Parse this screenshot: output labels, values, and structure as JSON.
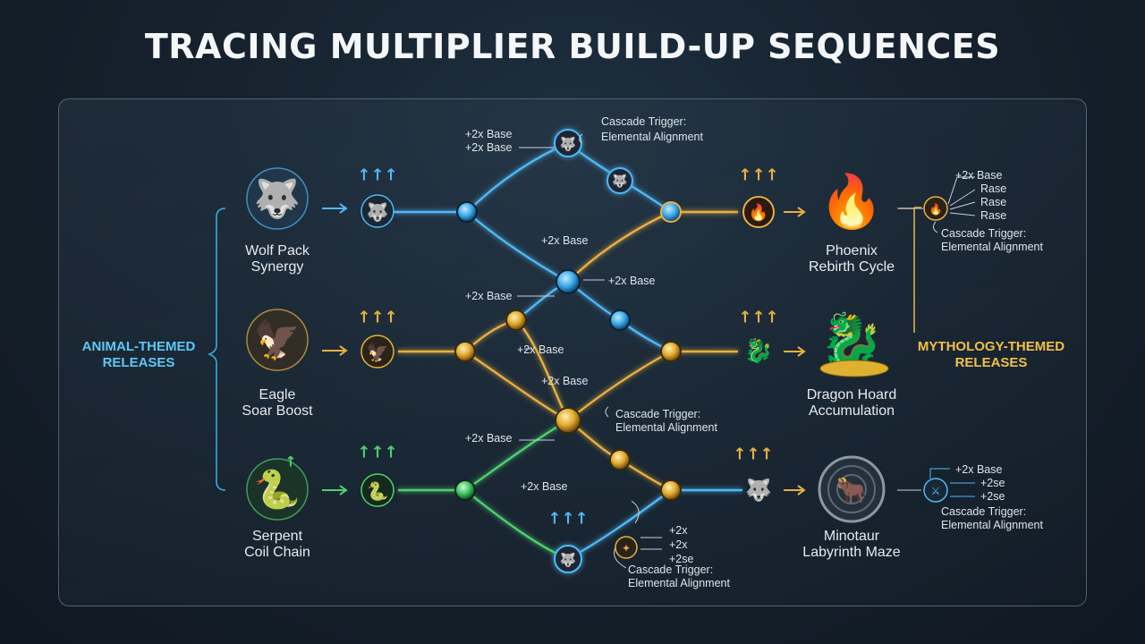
{
  "title": "TRACING MULTIPLIER BUILD-UP SEQUENCES",
  "categories": {
    "left_line1": "ANIMAL-THEMED",
    "left_line2": "RELEASES",
    "right_line1": "MYTHOLOGY-THEMED",
    "right_line2": "RELEASES"
  },
  "sources": [
    {
      "line1": "Wolf Pack",
      "line2": "Synergy"
    },
    {
      "line1": "Eagle",
      "line2": "Soar Boost"
    },
    {
      "line1": "Serpent",
      "line2": "Coil Chain"
    }
  ],
  "targets": [
    {
      "line1": "Phoenix",
      "line2": "Rebirth Cycle"
    },
    {
      "line1": "Dragon Hoard",
      "line2": "Accumulation"
    },
    {
      "line1": "Minotaur",
      "line2": "Labyrinth Maze"
    }
  ],
  "annotations": {
    "top_base1": "+2x Base",
    "top_base2": "+2x Base",
    "top_cascade1": "Cascade Trigger:",
    "top_cascade2": "Elemental Alignment",
    "mid_base_a": "+2x Base",
    "mid_base_b": "+2x Base",
    "mid_base_c": "+2x Base",
    "mid_base_d": "+2x Base",
    "mid_base_e": "+2x Base",
    "mid_cascade1": "Cascade Trigger:",
    "mid_cascade2": "Elemental Alignment",
    "low_base_a": "+2x Base",
    "low_base_b": "+2x Base",
    "bot_x1": "+2x",
    "bot_x2": "+2x",
    "bot_x3": "+2se",
    "bot_cascade1": "Cascade Trigger:",
    "bot_cascade2": "Elemental Alignment",
    "rt_base": "+2x Base",
    "rt_r1": "Rase",
    "rt_r2": "Rase",
    "rt_r3": "Rase",
    "rt_cascade1": "Cascade Trigger:",
    "rt_cascade2": "Elemental Alignment",
    "rb_base": "+2x Base",
    "rb_s1": "+2se",
    "rb_s2": "+2se",
    "rb_cascade1": "Cascade Trigger:",
    "rb_cascade2": "Elemental Alignment"
  },
  "colors": {
    "blue": "#4fb8f5",
    "gold": "#e8b040",
    "green": "#4fd070"
  }
}
